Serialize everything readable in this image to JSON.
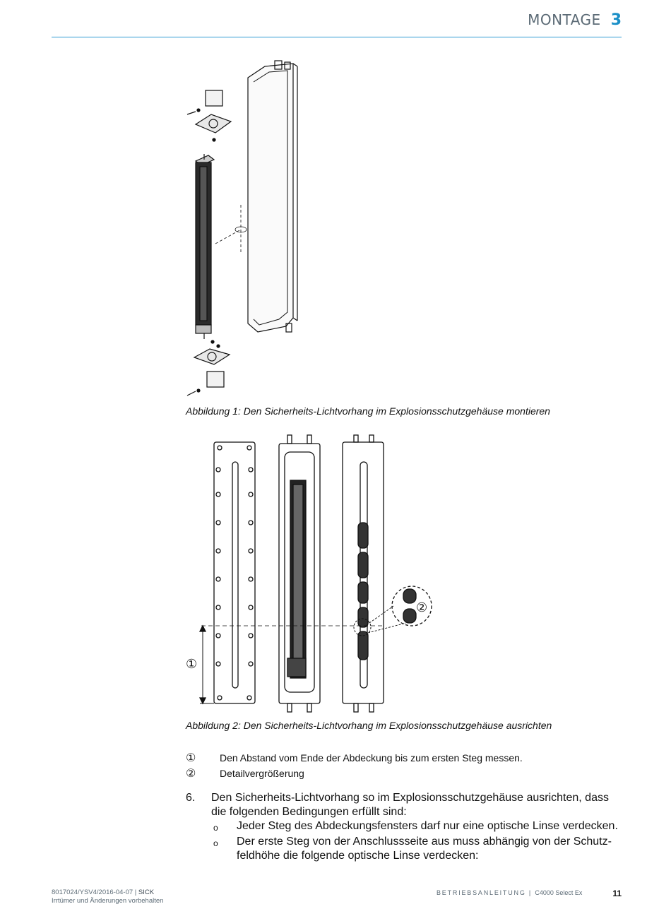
{
  "header": {
    "section": "MONTAGE",
    "chapter": "3"
  },
  "figures": [
    {
      "caption": "Abbildung 1: Den Sicherheits-Lichtvorhang im Explosionsschutzgehäuse montieren"
    },
    {
      "caption": "Abbildung 2: Den Sicherheits-Lichtvorhang im Explosionsschutzgehäuse ausrichten",
      "callout_1": "①",
      "callout_2": "②"
    }
  ],
  "legend": [
    {
      "num": "①",
      "text": "Den Abstand vom Ende der Abdeckung bis zum ersten Steg messen."
    },
    {
      "num": "②",
      "text": "Detailvergrößerung"
    }
  ],
  "step": {
    "num": "6.",
    "text": "Den Sicherheits-Lichtvorhang so im Explosionsschutzgehäuse ausrichten, dass die folgenden Bedingungen erfüllt sind:",
    "bullets": [
      {
        "marker": "o",
        "text": "Jeder Steg des Abdeckungsfensters darf nur eine optische Linse verdecken."
      },
      {
        "marker": "o",
        "text": "Der erste Steg von der Anschlussseite aus muss abhängig von der Schutz-feldhöhe die folgende optische Linse verdecken:"
      }
    ]
  },
  "footer": {
    "doc_id": "8017024/YSV4/2016-04-07",
    "brand": "SICK",
    "disclaimer": "Irrtümer und Änderungen vorbehalten",
    "doc_type": "BETRIEBSANLEITUNG",
    "product": "C4000 Select Ex",
    "page": "11"
  }
}
